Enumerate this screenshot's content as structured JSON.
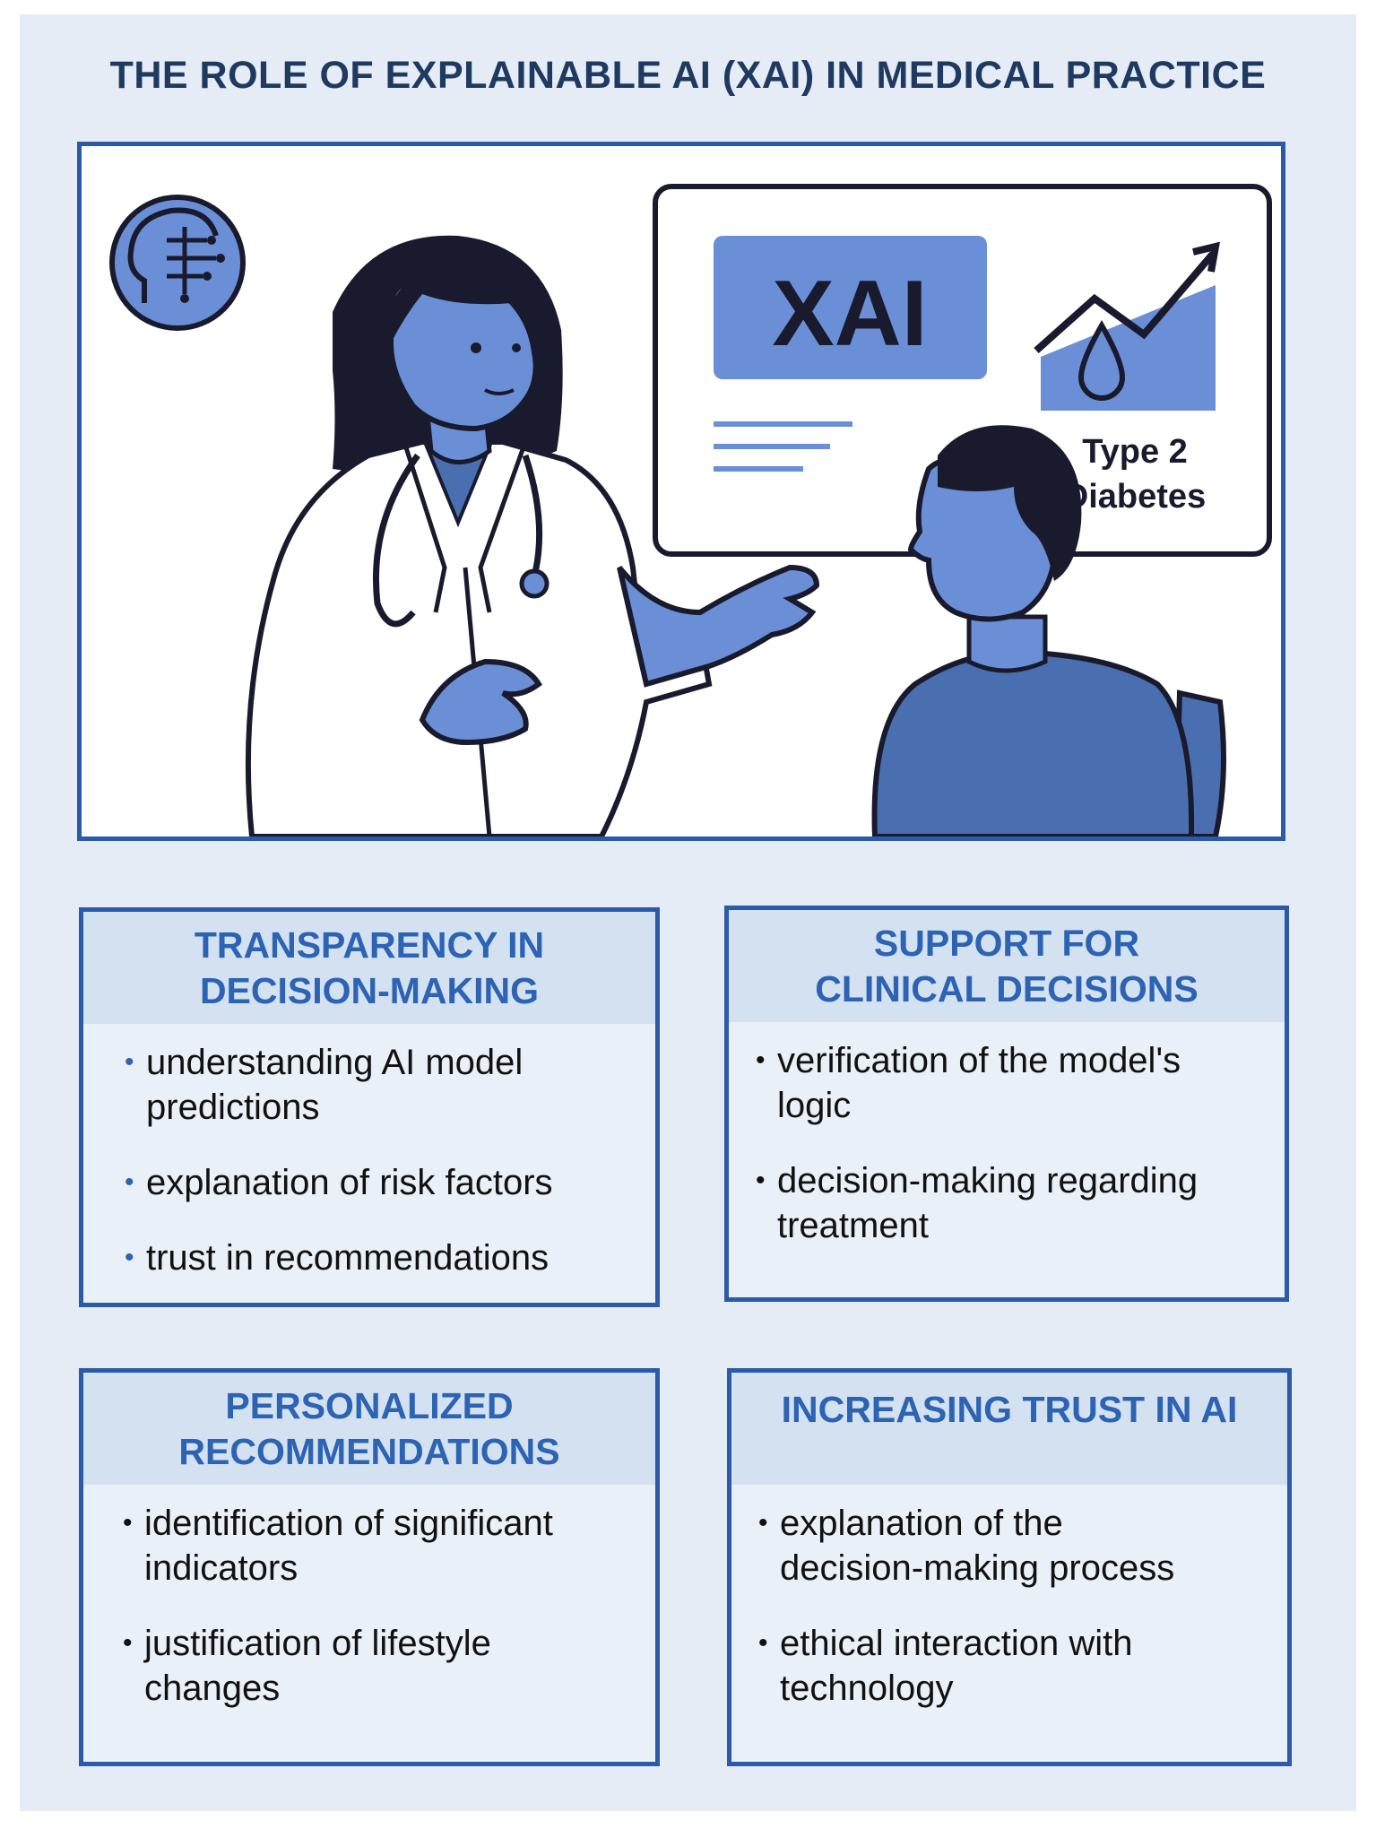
{
  "title": "THE ROLE OF EXPLAINABLE AI (XAI) IN MEDICAL PRACTICE",
  "illustration": {
    "screen_label": "XAI",
    "condition_label_line1": "Type 2",
    "condition_label_line2": "Diabetes",
    "icons": [
      "ai-brain-circuit-icon",
      "trend-arrow-icon",
      "blood-drop-icon"
    ],
    "colors": {
      "accent": "#6a8fd6",
      "dark": "#1a1a2e",
      "border": "#2a5aa8"
    }
  },
  "cards": [
    {
      "title_line1": "TRANSPARENCY IN",
      "title_line2": "DECISION-MAKING",
      "items": [
        [
          "understanding AI model",
          "predictions"
        ],
        [
          "explanation of risk factors"
        ],
        [
          "trust in recommendations"
        ]
      ]
    },
    {
      "title_line1": "SUPPORT FOR",
      "title_line2": "CLINICAL DECISIONS",
      "items": [
        [
          "verification of the model's",
          "logic"
        ],
        [
          "decision-making regarding",
          "treatment"
        ]
      ]
    },
    {
      "title_line1": "PERSONALIZED",
      "title_line2": "RECOMMENDATIONS",
      "items": [
        [
          "identification of significant",
          "indicators"
        ],
        [
          "justification of lifestyle",
          "changes"
        ]
      ]
    },
    {
      "title_line1": "INCREASING TRUST IN AI",
      "items": [
        [
          "explanation of the",
          "decision-making process"
        ],
        [
          "ethical interaction with",
          "technology"
        ]
      ]
    }
  ],
  "bullet": "•"
}
